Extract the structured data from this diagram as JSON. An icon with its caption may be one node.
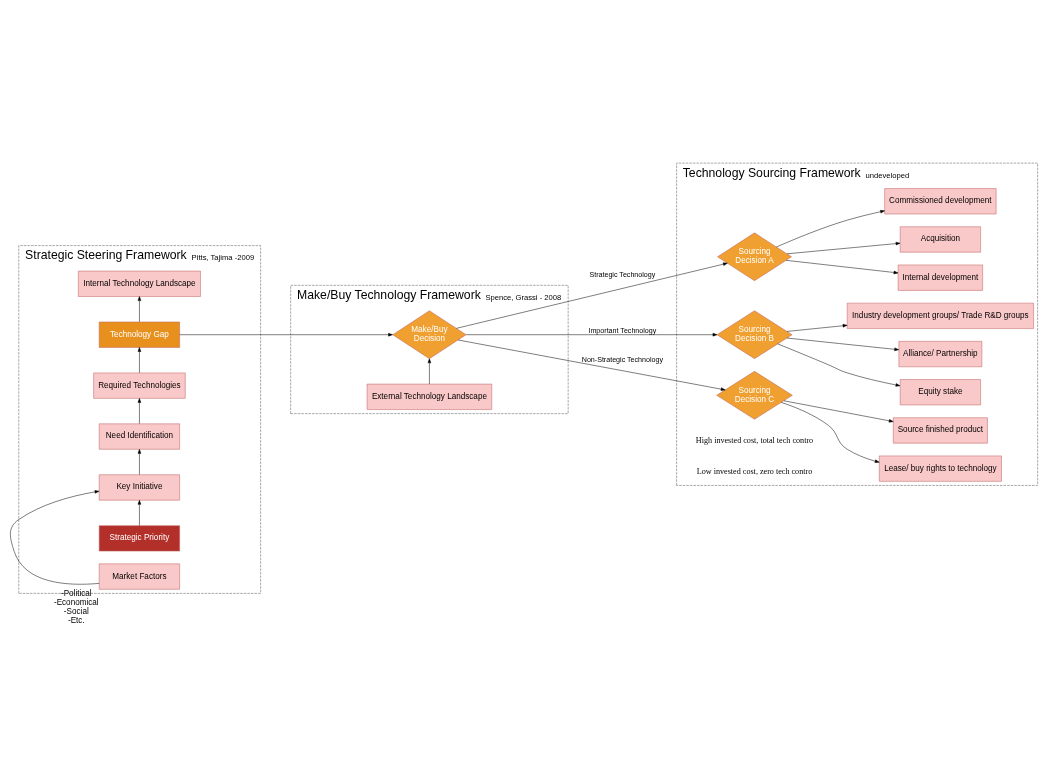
{
  "diagram": {
    "nodes": [
      {
        "text": [
          "Strategic Steering Framework"
        ],
        "beside": [
          "Pitts, Tajima -2009"
        ]
      },
      {
        "text": [
          "Make/Buy Technology Framework"
        ],
        "beside": [
          "Spence, Grassi - 2008"
        ]
      },
      {
        "text": [
          "Technology Sourcing Framework"
        ],
        "beside": [
          "undeveloped"
        ]
      },
      {
        "text": [
          "Strategic Priority"
        ],
        "in": 0
      },
      {
        "text": [
          "Key Initiative"
        ],
        "in": 0
      },
      {
        "text": [
          "Market Factors"
        ],
        "in": 0,
        "beside": [
          "-Political",
          "-Economical",
          "-Social",
          "-Etc."
        ]
      },
      {
        "text": [
          "Need Identification"
        ],
        "in": 0
      },
      {
        "text": [
          "Required Technologies"
        ],
        "in": 0
      },
      {
        "text": [
          "Technology Gap"
        ],
        "in": 0
      },
      {
        "text": [
          "Internal Technology Landscape"
        ],
        "in": 0
      },
      {
        "text": [
          "Make/Buy Decision"
        ],
        "in": 1
      },
      {
        "text": [
          "External Technology Landscape"
        ],
        "in": 1
      },
      {
        "text": [
          "Sourcing Decision A"
        ],
        "in": 2
      },
      {
        "text": [
          "Sourcing Decision B"
        ],
        "in": 2
      },
      {
        "text": [
          "Sourcing Decision C"
        ],
        "in": 2
      },
      {
        "text": [
          "Internal development"
        ],
        "in": 2
      },
      {
        "text": [
          "Acquisition"
        ],
        "in": 2
      },
      {
        "text": [
          "Commissioned development"
        ],
        "in": 2
      },
      {
        "text": [
          "Equity stake"
        ],
        "in": 2
      },
      {
        "text": [
          "Alliance/ Partnership"
        ],
        "in": 2
      },
      {
        "text": [
          "Industry development groups/ Trade R&D groups"
        ],
        "in": 2
      },
      {
        "text": [
          "Lease/ buy rights to technology"
        ],
        "in": 2
      },
      {
        "text": [
          "Source finished product"
        ],
        "in": 2
      }
    ],
    "edges": [
      {
        "from": 3,
        "to": 4,
        "arrow": "to"
      },
      {
        "from": 5,
        "to": 4,
        "arrow": "to"
      },
      {
        "from": 4,
        "to": 6,
        "arrow": "to"
      },
      {
        "from": 6,
        "to": 7,
        "arrow": "to"
      },
      {
        "from": 7,
        "to": 8,
        "arrow": "to"
      },
      {
        "from": 8,
        "to": 9,
        "arrow": "to"
      },
      {
        "from": 8,
        "to": 10,
        "arrow": "to"
      },
      {
        "from": 11,
        "to": 10,
        "arrow": "to"
      },
      {
        "from": 10,
        "to": 12,
        "arrow": "to",
        "label": "Strategic Technology"
      },
      {
        "from": 10,
        "to": 13,
        "arrow": "to",
        "label": "Important Technology"
      },
      {
        "from": 10,
        "to": 14,
        "arrow": "to",
        "label": "Non-Strategic Technology"
      },
      {
        "from": 12,
        "to": 15,
        "arrow": "to"
      },
      {
        "from": 12,
        "to": 16,
        "arrow": "to"
      },
      {
        "from": 12,
        "to": 17,
        "arrow": "to"
      },
      {
        "from": 13,
        "to": 18,
        "arrow": "to"
      },
      {
        "from": 13,
        "to": 19,
        "arrow": "to"
      },
      {
        "from": 13,
        "to": 20,
        "arrow": "to"
      },
      {
        "from": 14,
        "to": 21,
        "arrow": "to"
      },
      {
        "from": 14,
        "to": 22,
        "arrow": "to"
      }
    ],
    "labels": [
      "High invested cost, total tech contro",
      "Low invested cost, zero tech contro"
    ]
  }
}
